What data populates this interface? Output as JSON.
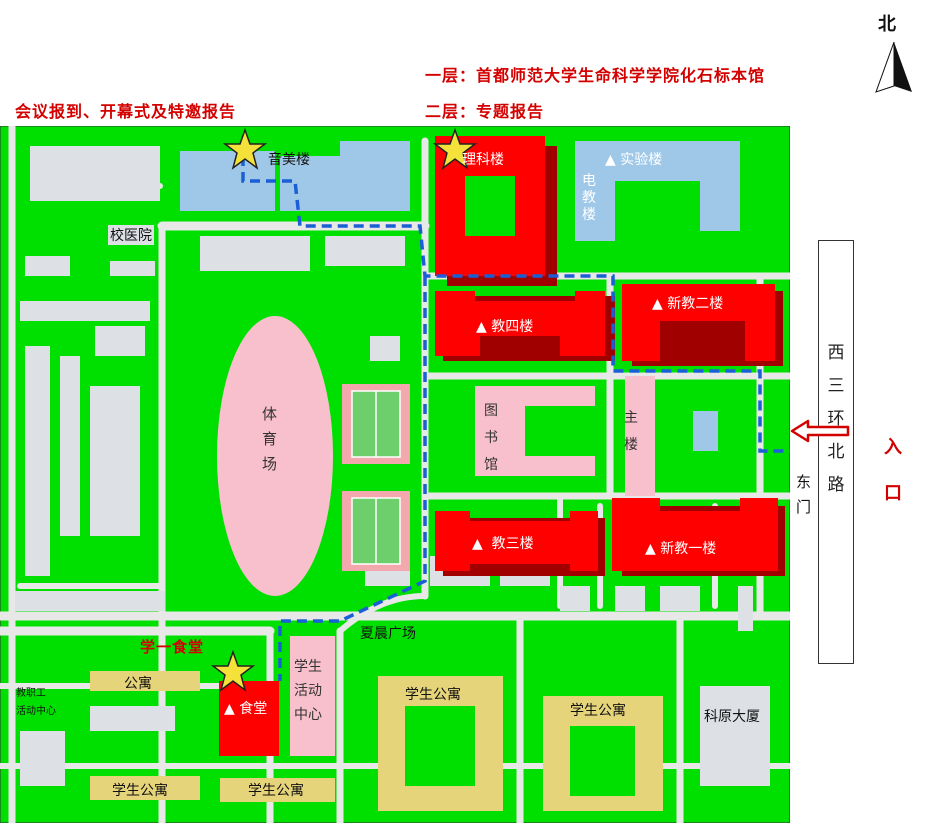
{
  "north_label": "北",
  "top_notes": {
    "floor1": "一层：首都师范大学生命科学学院化石标本馆",
    "floor2": "二层：专题报告",
    "meeting": "会议报到、开幕式及特邀报告",
    "canteen": "学一食堂"
  },
  "buildings": {
    "yinmei": "音美楼",
    "like": "理科楼",
    "shiyan": "▲ 实验楼",
    "dianjiao": [
      "电",
      "教",
      "楼"
    ],
    "xiaoyiyuan": "校医院",
    "tiyuchang": [
      "体",
      "育",
      "场"
    ],
    "jiaosi": "▲ 教四楼",
    "xinjiaoer": "▲ 新教二楼",
    "tushuguan": [
      "图",
      "书",
      "馆"
    ],
    "zhulou": [
      "主",
      "楼"
    ],
    "jiaosan": "▲  教三楼",
    "xinjiaoyi": "▲ 新教一楼",
    "xiachen": "夏晨广场",
    "shitang": "▲ 食堂",
    "huodong": [
      "学生",
      "活动",
      "中心"
    ],
    "jiaozhigong": [
      "教职工",
      "活动中心"
    ],
    "gongyu": "公寓",
    "xsgy1": "学生公寓",
    "xsgy2": "学生公寓",
    "xsgy3": "学生公寓",
    "xsgy4": "学生公寓",
    "keyuan": "科原大厦",
    "dongmen": [
      "东",
      "门"
    ]
  },
  "road": [
    "西",
    "三",
    "环",
    "北",
    "路"
  ],
  "entrance": [
    "入",
    "口"
  ],
  "colors": {
    "grass": "#00e000",
    "road": "#e8e8e8",
    "venue": "#ff0000",
    "lightblue": "#9fc8e8",
    "pink": "#f8c0cc",
    "khaki": "#e6d47a",
    "gray": "#dde1e6",
    "route": "#1a5fd6",
    "note": "#d40000"
  }
}
